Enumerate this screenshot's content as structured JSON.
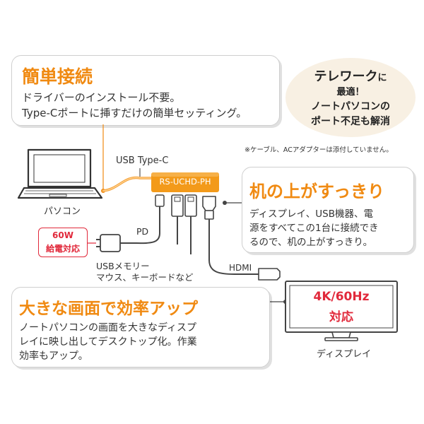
{
  "colors": {
    "accent_orange": "#f08a12",
    "cable_orange": "#f5a23a",
    "hub_orange": "#f39a1a",
    "badge_red": "#e1293b",
    "outline_gray": "#cfcfcf",
    "telework_bg": "#f8f0e3"
  },
  "icons": [
    "laptop-icon",
    "monitor-icon",
    "usb-c-hub-icon",
    "power-adapter-icon",
    "usb-a-plug-icon",
    "hdmi-plug-icon"
  ],
  "simple": {
    "heading": "簡単接続",
    "line1": "ドライバーのインストール不要。",
    "line2": "Type-Cポートに挿すだけの簡単セッティング。"
  },
  "telework": {
    "line1_a": "テレワーク",
    "line1_b": "に",
    "line2": "最適！",
    "line3": "ノートパソコンの",
    "line4": "ポート不足も解消"
  },
  "note": "※ケーブル、ACアダプターは添付していません。",
  "labels": {
    "usb_type_c": "USB Type-C",
    "model": "RS-UCHD-PH",
    "laptop": "パソコン",
    "pd": "PD",
    "usb_memory_1": "USBメモリー",
    "usb_memory_2": "マウス、キーボードなど",
    "hdmi": "HDMI",
    "display": "ディスプレイ"
  },
  "badge60w": {
    "line1": "60W",
    "line2": "給電対応"
  },
  "desk": {
    "heading": "机の上がすっきり",
    "line1": "ディスプレイ、USB機器、電",
    "line2": "源をすべてこの1台に接続でき",
    "line3": "るので、机の上がすっきり。"
  },
  "big": {
    "heading": "大きな画面で効率アップ",
    "line1": "ノートパソコンの画面を大きなディスプ",
    "line2": "レイに映し出してデスクトップ化。作業",
    "line3": "効率もアップ。"
  },
  "screen": {
    "line1": "4K/60Hz",
    "line2": "対応"
  }
}
